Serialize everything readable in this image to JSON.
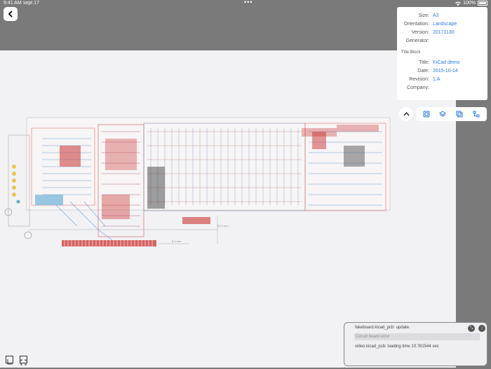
{
  "status_bar": {
    "time": "9:41 AM",
    "date": "sept 17",
    "battery": "100%"
  },
  "icons": {
    "back": "chevron-left-icon",
    "wifi": "wifi-icon",
    "battery": "battery-icon"
  },
  "info": {
    "size_label": "Size:",
    "size": "A3",
    "orientation_label": "Orientation:",
    "orientation": "Landscape",
    "version_label": "Version:",
    "version": "20171130",
    "generator_label": "Generator:",
    "generator": "",
    "title_block_label": "Title Block",
    "title_label": "Title:",
    "title": "KiCad demo",
    "date_label": "Date:",
    "date": "2015-10-14",
    "revision_label": "Revision:",
    "revision": "1.A",
    "company_label": "Company:",
    "company": ""
  },
  "console": {
    "line1": "fakeboard.kicad_pcb: update.",
    "error_placeholder": "Circuit board error",
    "line3": "video.kicad_pcb: loading time 10.781544 sec"
  },
  "pcb": {
    "annotations": [
      "92.0 mm",
      "8.0 mm"
    ]
  }
}
